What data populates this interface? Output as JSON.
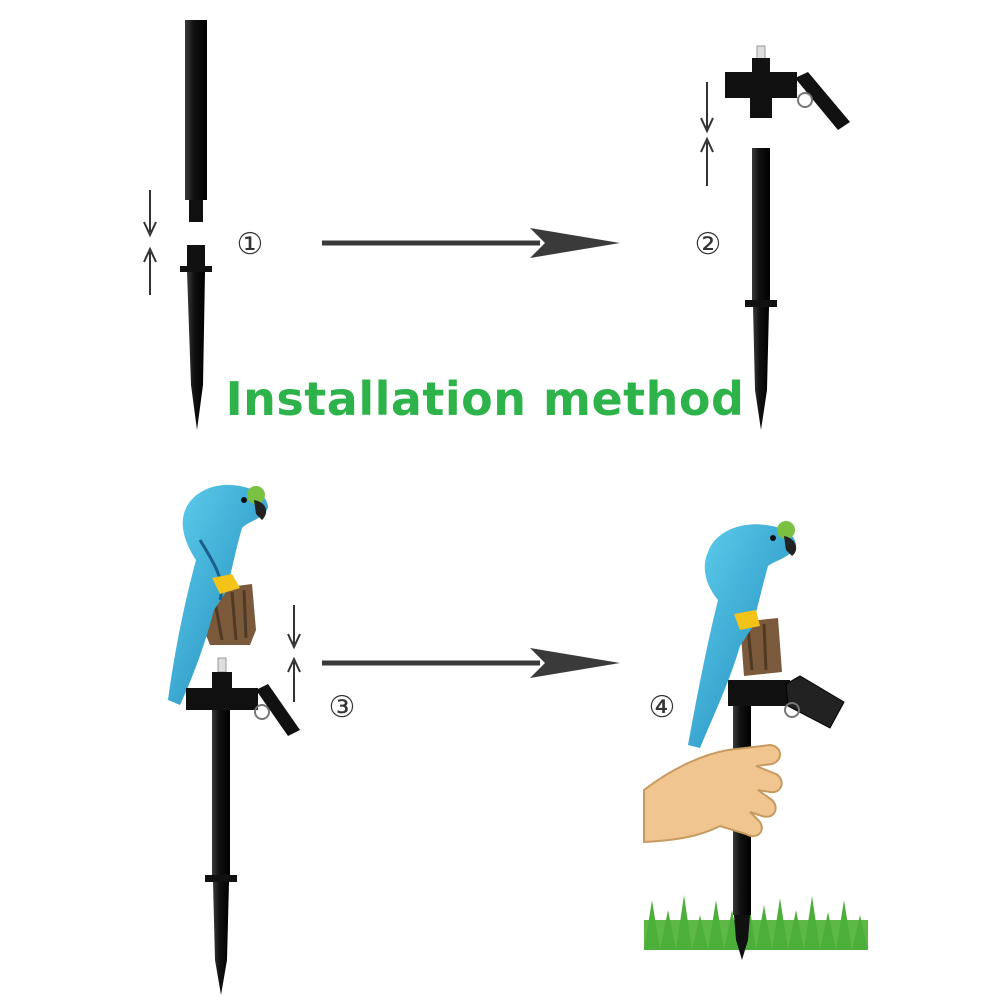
{
  "title": "Installation method",
  "steps": [
    {
      "label": "①"
    },
    {
      "label": "②"
    },
    {
      "label": "③"
    },
    {
      "label": "④"
    }
  ],
  "colors": {
    "title_green": "#2db34a",
    "stake_black": "#1a1a1a",
    "arrow_gray": "#3a3a3a",
    "parrot_blue": "#2fb4d8",
    "parrot_dark_blue": "#1f7fb0",
    "stump_brown": "#7a5a3a",
    "grass_green": "#4caf3a",
    "hand_skin": "#f1c58f"
  }
}
